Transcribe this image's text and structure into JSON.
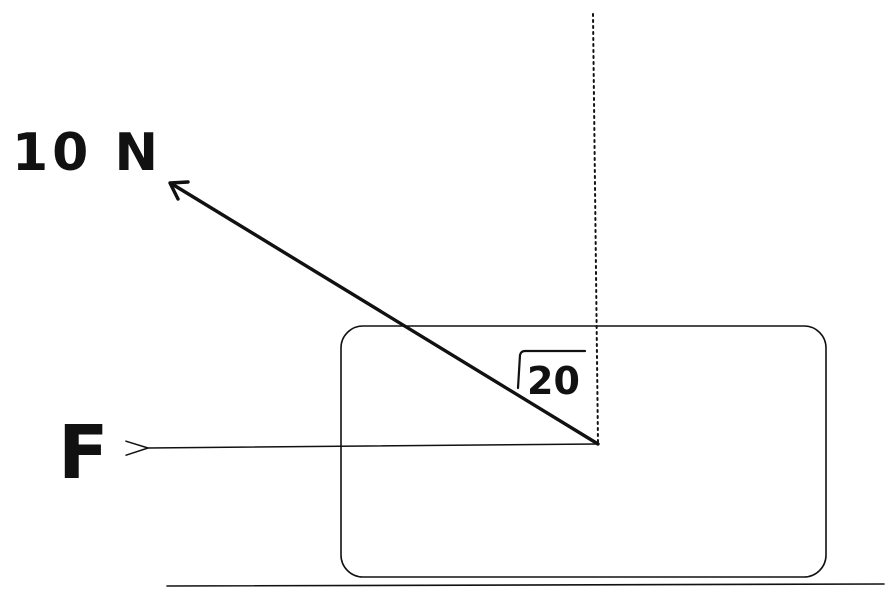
{
  "diagram": {
    "force_label": "10 N",
    "horizontal_force_label": "F",
    "angle_label": "20",
    "ink_color": "#111111",
    "background_color": "#ffffff"
  }
}
